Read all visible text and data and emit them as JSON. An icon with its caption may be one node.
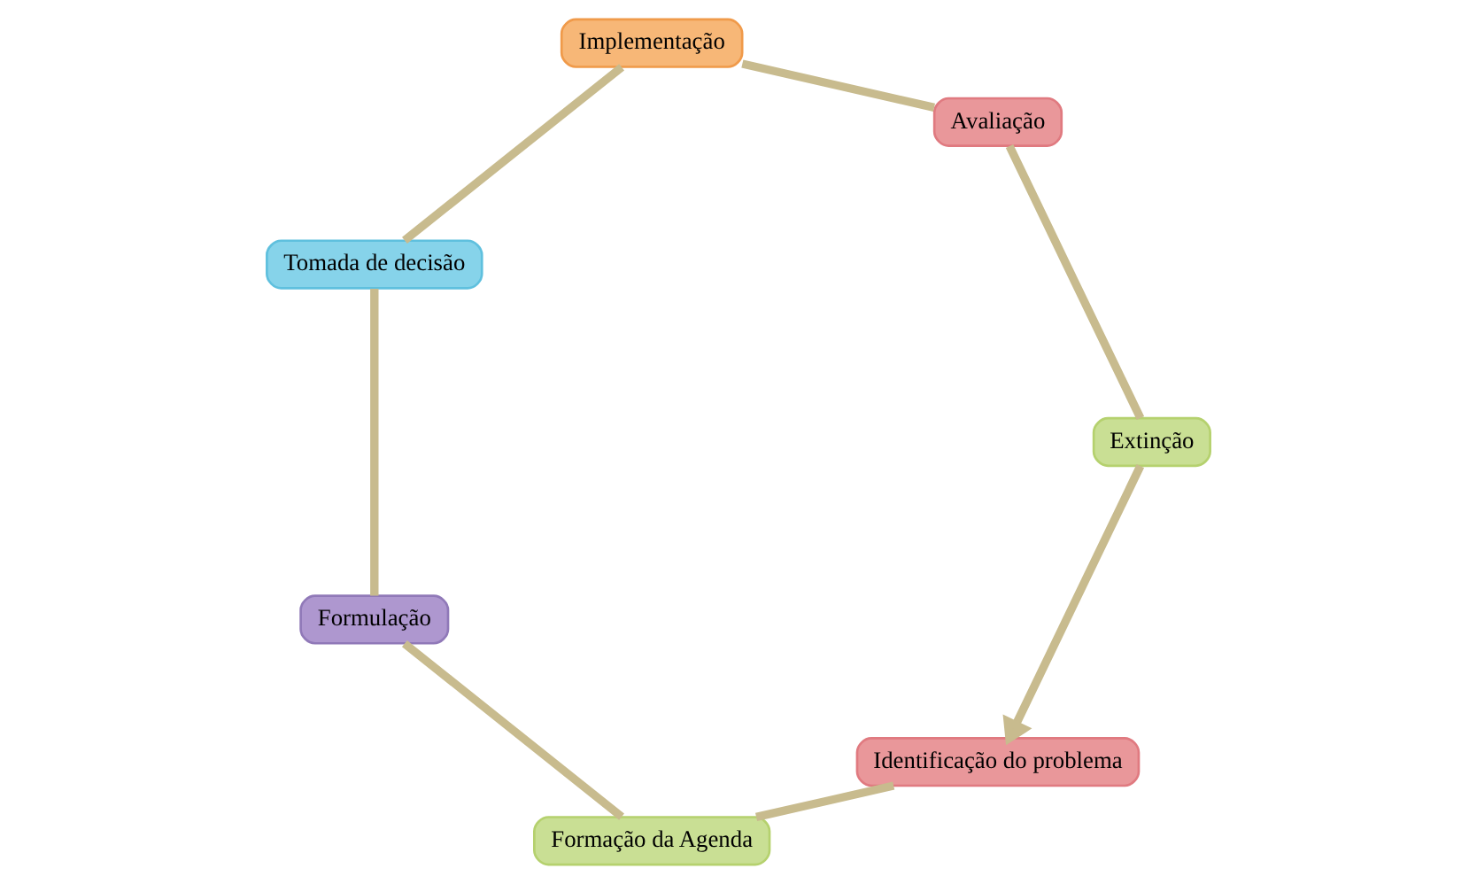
{
  "diagram": {
    "nodes": [
      {
        "text": [
          "Identificação do problema"
        ]
      },
      {
        "text": [
          "Formação da Agenda"
        ]
      },
      {
        "text": [
          "Formulação"
        ]
      },
      {
        "text": [
          "Tomada de decisão"
        ]
      },
      {
        "text": [
          "Implementação"
        ]
      },
      {
        "text": [
          "Avaliação"
        ]
      },
      {
        "text": [
          "Extinção"
        ]
      }
    ],
    "edges": [
      {
        "from": 0,
        "to": 1,
        "arrow": "none"
      },
      {
        "from": 1,
        "to": 2,
        "arrow": "none"
      },
      {
        "from": 2,
        "to": 3,
        "arrow": "none"
      },
      {
        "from": 3,
        "to": 4,
        "arrow": "none"
      },
      {
        "from": 4,
        "to": 5,
        "arrow": "none"
      },
      {
        "from": 5,
        "to": 6,
        "arrow": "none"
      },
      {
        "from": 6,
        "to": 0,
        "arrow": "to"
      }
    ]
  }
}
